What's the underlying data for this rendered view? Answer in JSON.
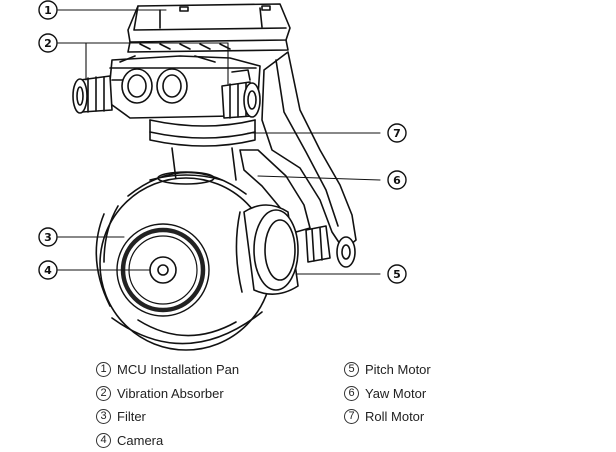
{
  "callouts": [
    "1",
    "2",
    "3",
    "4",
    "5",
    "6",
    "7"
  ],
  "legend": {
    "left": [
      {
        "num": "1",
        "label": "MCU Installation Pan"
      },
      {
        "num": "2",
        "label": "Vibration Absorber"
      },
      {
        "num": "3",
        "label": "Filter"
      },
      {
        "num": "4",
        "label": "Camera"
      }
    ],
    "right": [
      {
        "num": "5",
        "label": "Pitch Motor"
      },
      {
        "num": "6",
        "label": "Yaw Motor"
      },
      {
        "num": "7",
        "label": "Roll Motor"
      }
    ]
  }
}
